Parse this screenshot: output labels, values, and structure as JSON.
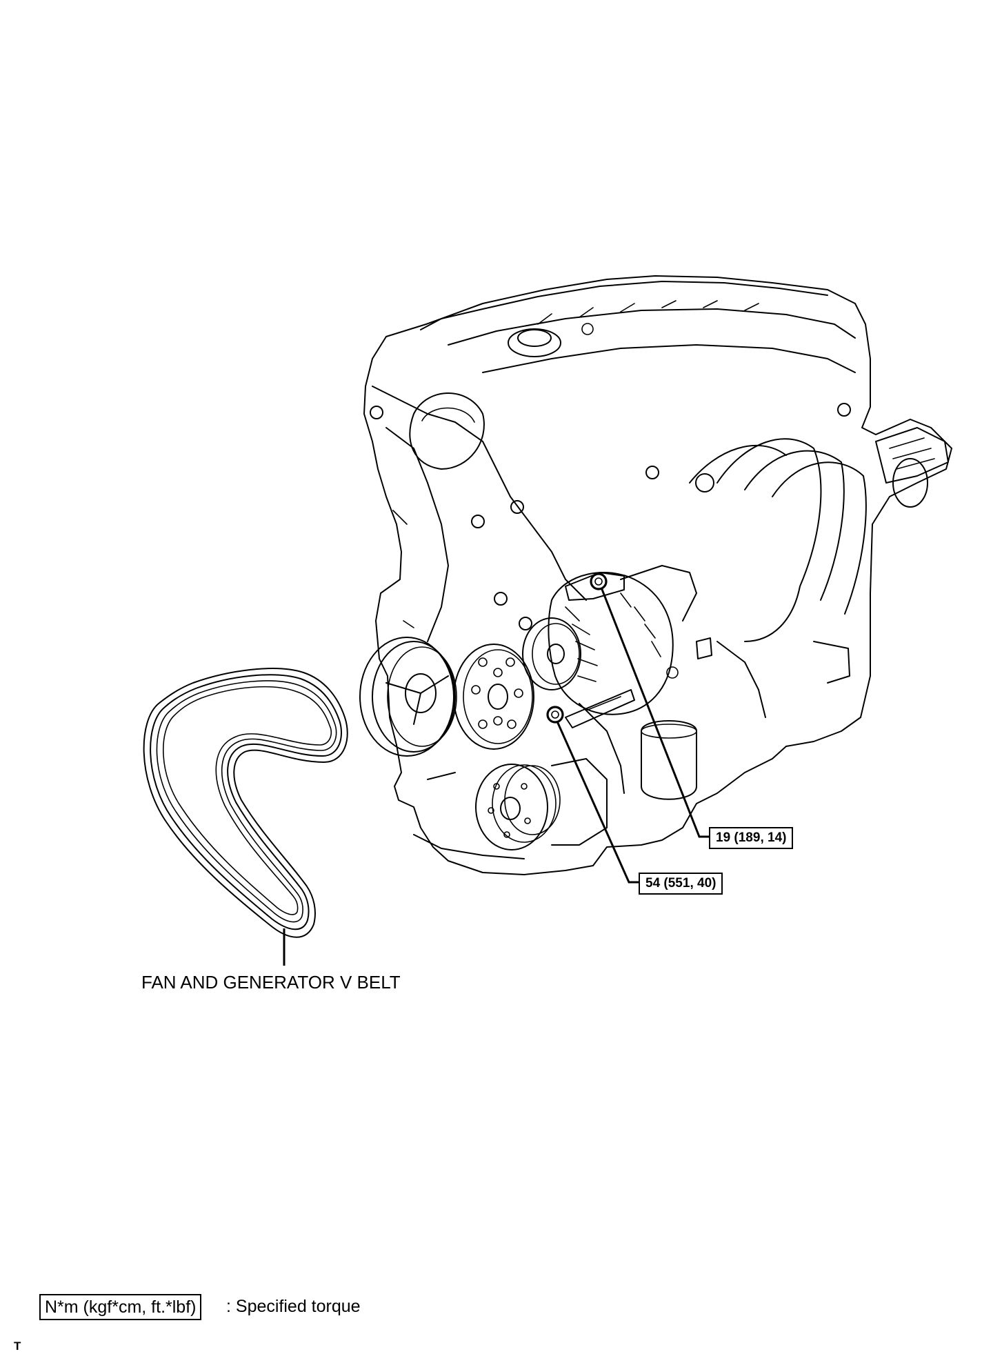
{
  "callouts": [
    {
      "id": "bolt-upper",
      "label": "19 (189, 14)"
    },
    {
      "id": "bolt-lower",
      "label": "54 (551, 40)"
    }
  ],
  "part_label": "FAN AND GENERATOR V BELT",
  "legend": {
    "unit_box": "N*m (kgf*cm, ft.*lbf)",
    "description": ": Specified torque"
  },
  "corner_mark": "T"
}
